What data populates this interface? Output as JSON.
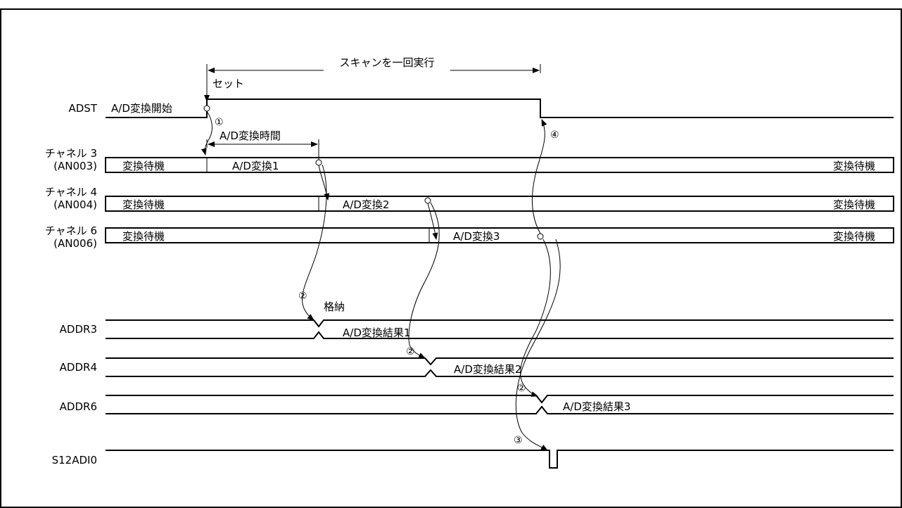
{
  "signals": {
    "adst": "ADST",
    "ch3_name": "チャネル 3",
    "ch3_pin": "(AN003)",
    "ch4_name": "チャネル 4",
    "ch4_pin": "(AN004)",
    "ch6_name": "チャネル 6",
    "ch6_pin": "(AN006)",
    "addr3": "ADDR3",
    "addr4": "ADDR4",
    "addr6": "ADDR6",
    "s12adi0": "S12ADI0"
  },
  "annotations": {
    "scan_once": "スキャンを一回実行",
    "set": "セット",
    "ad_start": "A/D変換開始",
    "ad_time": "A/D変換時間",
    "store": "格納"
  },
  "states": {
    "standby": "変換待機",
    "conv1": "A/D変換1",
    "conv2": "A/D変換2",
    "conv3": "A/D変換3",
    "result1": "A/D変換結果1",
    "result2": "A/D変換結果2",
    "result3": "A/D変換結果3"
  },
  "markers": {
    "one": "①",
    "two": "②",
    "three": "③",
    "four": "④"
  }
}
